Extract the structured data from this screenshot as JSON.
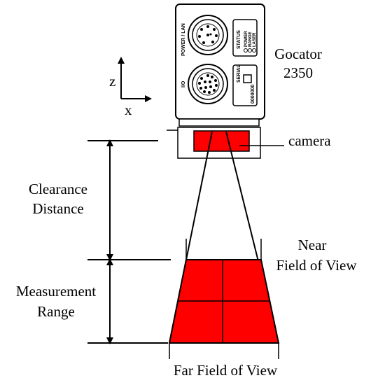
{
  "product": {
    "line1": "Gocator",
    "line2": "2350"
  },
  "sensor_labels": {
    "power_lan": "POWER / LAN",
    "status": "STATUS",
    "power": "POWER",
    "range": "RANGE",
    "laser": "LASER",
    "io": "I/O",
    "serial": "SERIAL",
    "serial_number": "0000000"
  },
  "axes": {
    "z": "z",
    "x": "x"
  },
  "labels": {
    "camera": "camera",
    "clearance_line1": "Clearance",
    "clearance_line2": "Distance",
    "measurement_line1": "Measurement",
    "measurement_line2": "Range",
    "near_line1": "Near",
    "near_line2": "Field of View",
    "far": "Far Field of View"
  },
  "colors": {
    "fov_fill": "#ff0000",
    "line": "#000000",
    "housing": "#ffffff"
  },
  "icons": [
    "connector-icon",
    "led-icon",
    "arrow-icon"
  ]
}
